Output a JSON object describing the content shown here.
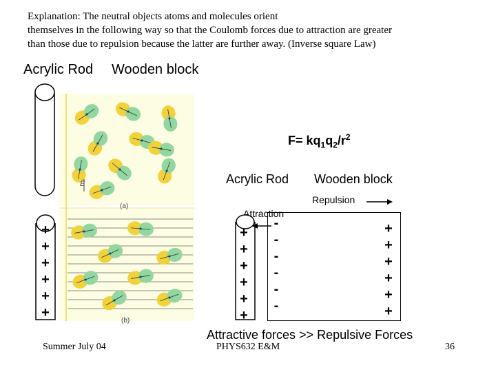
{
  "slide": {
    "explanation_lines": [
      "Explanation: The neutral objects atoms and molecules orient",
      "themselves in the following way so that the Coulomb forces due to attraction are greater",
      "than those due to repulsion because the latter are further away. (Inverse square Law)"
    ],
    "acrylic_rod_label": "Acrylic Rod",
    "wooden_block_label": "Wooden block",
    "formula": {
      "base": "F= kq",
      "sub1": "1",
      "mid": "q",
      "sub2": "2",
      "slash": "/r",
      "exp": "2"
    },
    "right_acrylic_rod_label": "Acrylic Rod",
    "right_wooden_block_label": "Wooden block",
    "repulsion_label": "Repulsion",
    "attraction_label": "Attraction",
    "plus_sign": "+",
    "minus_sign": "-",
    "conclusion": "Attractive forces >> Repulsive Forces",
    "footer_left": "Summer July 04",
    "footer_center": "PHYS632 E&M",
    "page_number": "36"
  },
  "figure": {
    "panel_a_label": "(a)",
    "panel_b_label": "(b)",
    "small_e_label": "E",
    "colors": {
      "background": "#fdfde4",
      "border": "#f3e27a",
      "yellow": "#f2d23a",
      "green": "#92d6a0",
      "field_line": "#666666"
    }
  }
}
